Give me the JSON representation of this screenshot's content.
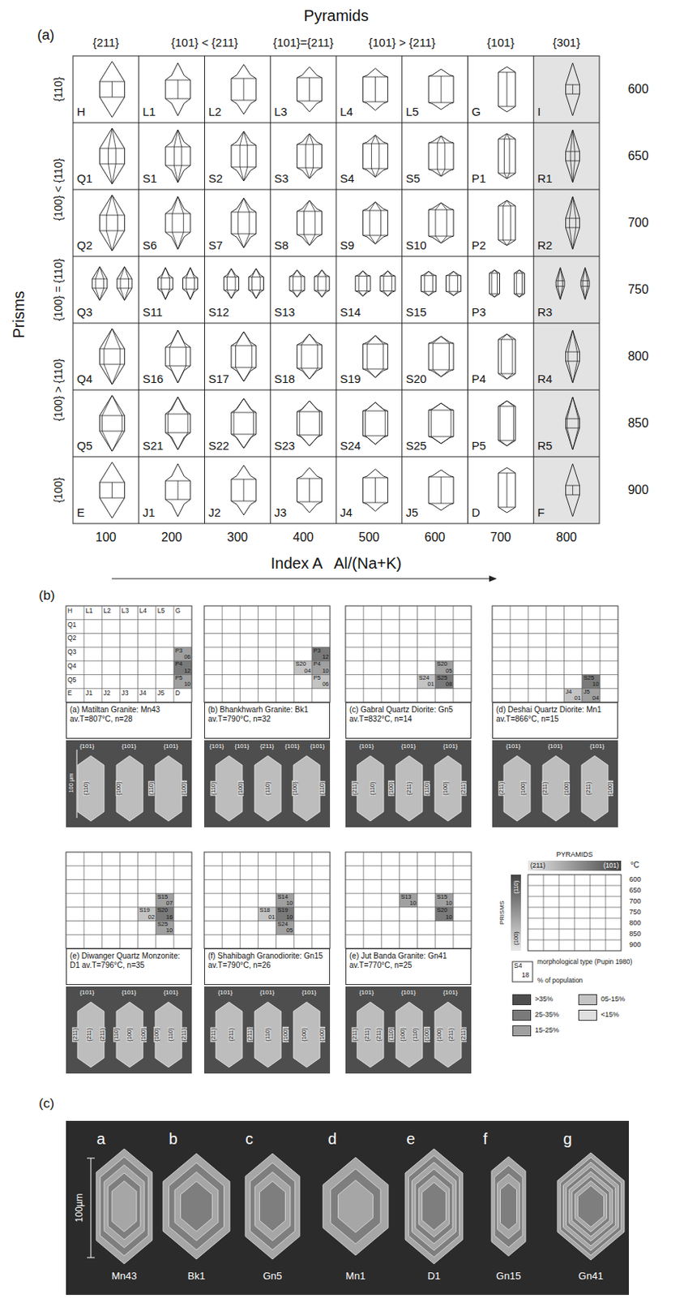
{
  "diagram": {
    "nodes": [
      {
        "text": [
          "(a) Matiltan Granite: Mn43 av.T=807°C, n=28"
        ]
      },
      {
        "text": [
          "(b) Bhankhwarh Granite: Bk1 av.T=790°C, n=32"
        ]
      },
      {
        "text": [
          "(c) Gabral Quartz Diorite: Gn5 av.T=832°C, n=14"
        ]
      },
      {
        "text": [
          "(d) Deshai Quartz Diorite: Mn1 av.T=866°C, n=15"
        ]
      },
      {
        "text": [
          "(e) Diwanger Quartz Monzonite: D1 av.T=796°C, n=35"
        ]
      },
      {
        "text": [
          "(f) Shahibagh Granodiorite: Gn15 av.T=790°C, n=26"
        ]
      },
      {
        "text": [
          "(e) Jut Banda Granite: Gn41 av.T=770°C, n=25"
        ]
      }
    ],
    "labels": [
      "(a)",
      "Pyramids",
      "{211}",
      "{101} < {211}",
      "{101}={211}",
      "{101} > {211}",
      "{101}",
      "{301}",
      "Prisms",
      "{110}",
      "{100} < {110}",
      "{100} = {110}",
      "{100} > {110}",
      "{100}",
      "600",
      "650",
      "700",
      "750",
      "800",
      "850",
      "900",
      "H",
      "L1",
      "L2",
      "L3",
      "L4",
      "L5",
      "G",
      "I",
      "Q1",
      "S1",
      "S2",
      "S3",
      "S4",
      "S5",
      "P1",
      "R1",
      "Q2",
      "S6",
      "S7",
      "S8",
      "S9",
      "S10",
      "P2",
      "R2",
      "Q3",
      "S11",
      "S12",
      "S13",
      "S14",
      "S15",
      "P3",
      "R3",
      "Q4",
      "S16",
      "S17",
      "S18",
      "S19",
      "S20",
      "P4",
      "R4",
      "Q5",
      "S21",
      "S22",
      "S23",
      "S24",
      "S25",
      "P5",
      "R5",
      "E",
      "J1",
      "J2",
      "J3",
      "J4",
      "J5",
      "D",
      "F",
      "100",
      "200",
      "300",
      "400",
      "500",
      "600",
      "700",
      "800",
      "Index A   Al/(Na+K)",
      "(b)",
      "H",
      "L1",
      "L2",
      "L3",
      "L4",
      "L5",
      "G",
      "Q1",
      "Q2",
      "Q3",
      "Q4",
      "Q5",
      "E",
      "J1",
      "J2",
      "J3",
      "J4",
      "J5",
      "D",
      "P3",
      "06",
      "P4",
      "12",
      "P5",
      "10",
      "100 µm",
      "{101}",
      "{101}",
      "{101}",
      "{110}",
      "{100}",
      "{110}",
      "{100}",
      "P3",
      "12",
      "S20",
      "04",
      "P4",
      "10",
      "P5",
      "06",
      "{101}",
      "{101}",
      "{211}",
      "{101}",
      "{101}",
      "{110}",
      "{100}",
      "{110}",
      "{100}",
      "{110}",
      "S20",
      "05",
      "S24",
      "01",
      "S25",
      "08",
      "{101}",
      "{101}",
      "{101}",
      "{211}",
      "{110}",
      "{100}",
      "{211}",
      "{110}",
      "{100}",
      "{211}",
      "S25",
      "10",
      "J4",
      "01",
      "J5",
      "04",
      "{101}",
      "{101}",
      "{101}",
      "{211}",
      "{100}",
      "{211}",
      "{100}",
      "{211}",
      "{100}",
      "S15",
      "07",
      "S19",
      "02",
      "S20",
      "16",
      "S25",
      "10",
      "{101}",
      "{101}",
      "{101}",
      "{211}",
      "{211}",
      "{211}",
      "{110}",
      "{100}",
      "{100}",
      "{100}",
      "{110}",
      "{211}",
      "S14",
      "10",
      "S18",
      "01",
      "S19",
      "10",
      "S24",
      "05",
      "{101}",
      "{101}",
      "{101}",
      "{211}",
      "{211}",
      "{211}",
      "{110}",
      "{100}",
      "{100}",
      "{100}",
      "S13",
      "10",
      "S15",
      "10",
      "S20",
      "10",
      "{101}",
      "{101}",
      "{101}",
      "{211}",
      "{211}",
      "{211}",
      "{110}",
      "{100}",
      "{110}",
      "{100}",
      "{100}",
      "{211}",
      "{211}",
      "PYRAMIDS",
      "(211)",
      "(101)",
      "°C",
      "600",
      "650",
      "700",
      "750",
      "800",
      "850",
      "900",
      "PRISMS",
      "(110)",
      "(100)",
      "S4",
      "18",
      "morphological type (Pupin 1980)",
      "% of population",
      "(c)",
      "a",
      "b",
      "c",
      "d",
      "e",
      "f",
      "g",
      "100µm",
      "Mn43",
      "Bk1",
      "Gn5",
      "Mn1",
      "D1",
      "Gn15",
      "Gn41"
    ],
    "legend": [
      {
        "text": ">35%",
        "color": "#4d4d4d"
      },
      {
        "text": "05-15%",
        "color": "#c4c4c4"
      },
      {
        "text": "25-35%",
        "color": "#7a7a7a"
      },
      {
        "text": "<15%",
        "color": "#e0e0e0"
      },
      {
        "text": "15-25%",
        "color": "#a0a0a0"
      }
    ]
  }
}
